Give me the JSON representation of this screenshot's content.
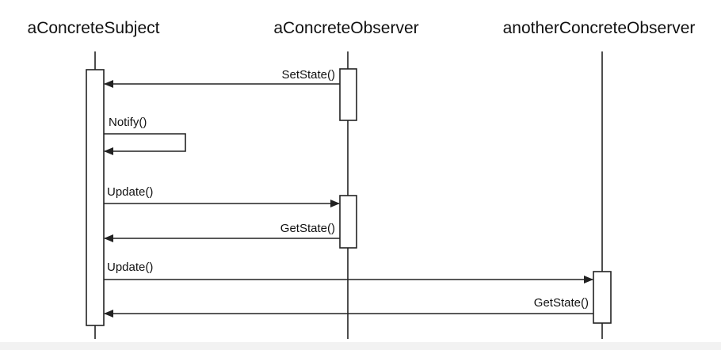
{
  "participants": {
    "subject": "aConcreteSubject",
    "observer": "aConcreteObserver",
    "another_observer": "anotherConcreteObserver"
  },
  "messages": {
    "set_state": "SetState()",
    "notify": "Notify()",
    "update_1": "Update()",
    "get_state_1": "GetState()",
    "update_2": "Update()",
    "get_state_2": "GetState()"
  }
}
